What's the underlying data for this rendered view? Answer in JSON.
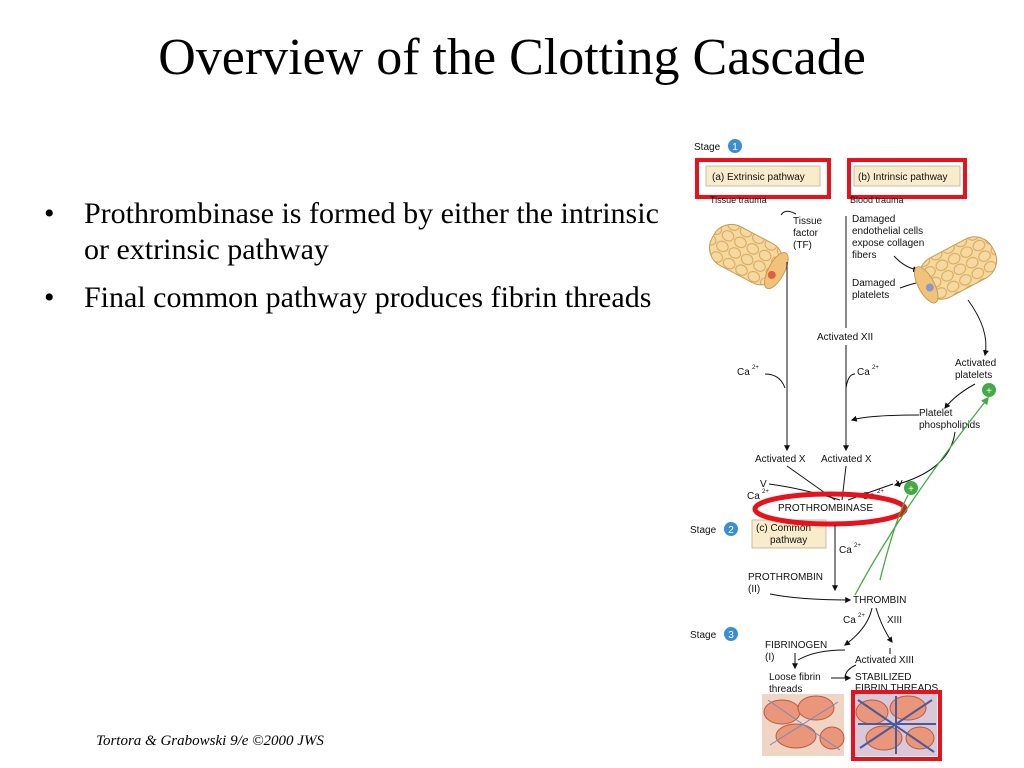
{
  "slide": {
    "title": "Overview of the Clotting Cascade",
    "bullets": [
      "Prothrombinase is formed by either the intrinsic or extrinsic pathway",
      "Final common pathway produces fibrin threads"
    ],
    "citation": "Tortora & Grabowski 9/e ©2000 JWS"
  },
  "diagram": {
    "stage_label": "Stage",
    "stages": [
      "1",
      "2",
      "3"
    ],
    "extrinsic": "(a) Extrinsic pathway",
    "intrinsic": "(b) Intrinsic pathway",
    "tissue_trauma": "Tissue trauma",
    "blood_trauma": "Blood trauma",
    "tissue_factor": [
      "Tissue",
      "factor",
      "(TF)"
    ],
    "damaged_endothelial": [
      "Damaged",
      "endothelial cells",
      "expose collagen",
      "fibers"
    ],
    "damaged_platelets": [
      "Damaged",
      "platelets"
    ],
    "activated_xii": "Activated XII",
    "ca": "Ca",
    "ca_sup": "2+",
    "activated_platelets": [
      "Activated",
      "platelets"
    ],
    "platelet_phospholipids": [
      "Platelet",
      "phospholipids"
    ],
    "activated_x": "Activated X",
    "v": "V",
    "prothrombinase": "PROTHROMBINASE",
    "common": [
      "(c) Common",
      "pathway"
    ],
    "prothrombin": [
      "PROTHROMBIN",
      "(II)"
    ],
    "thrombin": "THROMBIN",
    "xiii": "XIII",
    "fibrinogen": [
      "FIBRINOGEN",
      "(I)"
    ],
    "activated_xiii": "Activated XIII",
    "loose_fibrin": [
      "Loose fibrin",
      "threads"
    ],
    "stabilized": [
      "STABILIZED",
      "FIBRIN THREADS"
    ],
    "plus": "+",
    "colors": {
      "highlight": "#e8121c",
      "stage_circle": "#3b8fd1",
      "feedback": "#44aa44",
      "label_box": "#f8eccc"
    }
  }
}
